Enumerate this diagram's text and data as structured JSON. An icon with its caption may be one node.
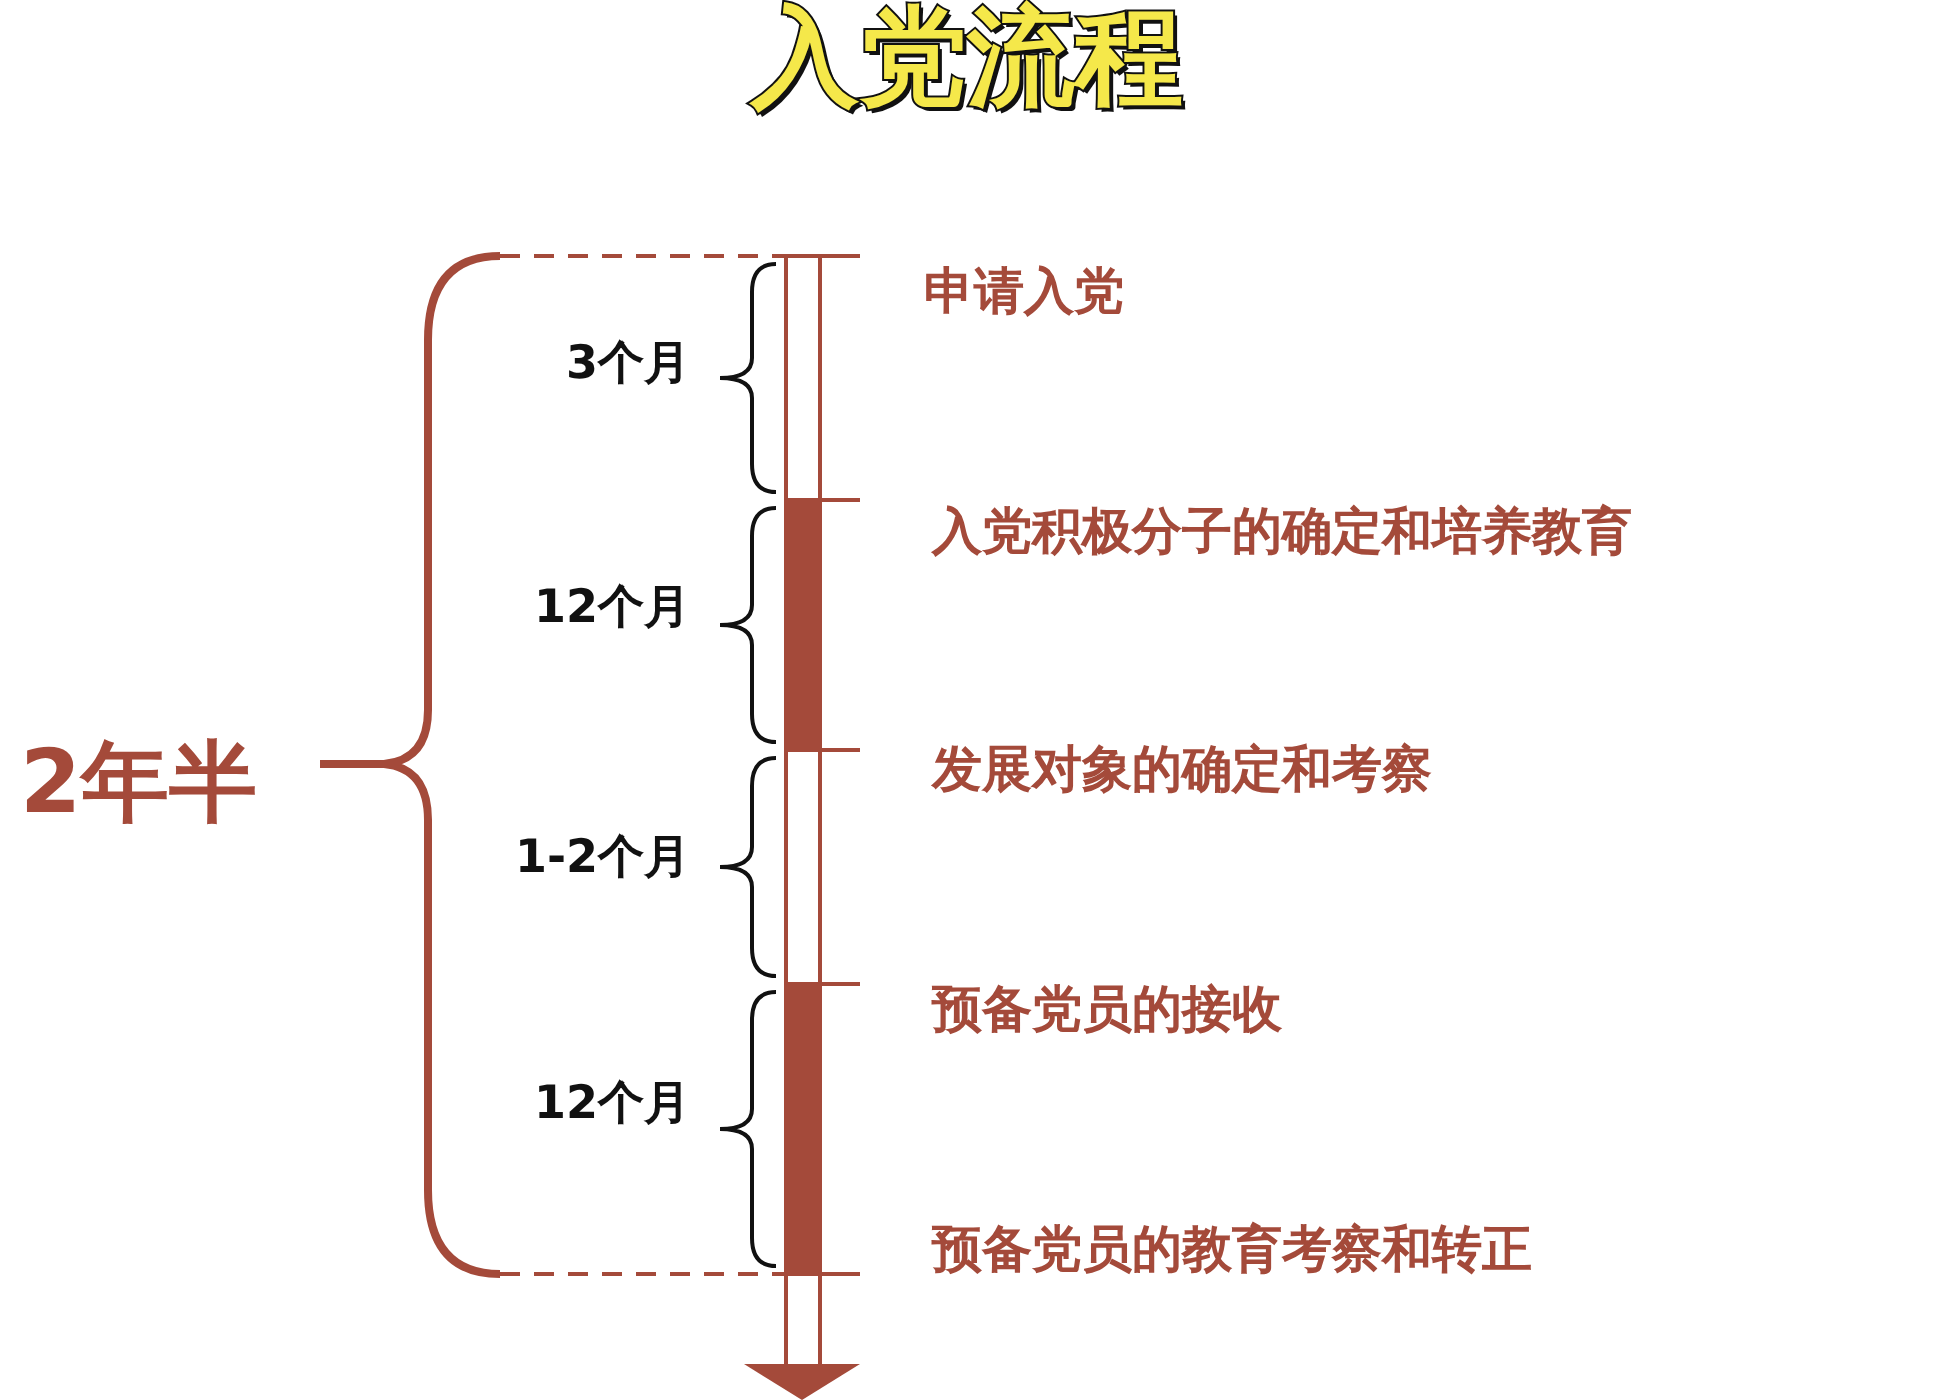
{
  "diagram": {
    "title": "入党流程",
    "labels": [
      "申请入党",
      "3个月",
      "入党积极分子的确定和培养教育",
      "12个月",
      "发展对象的确定和考察",
      "2年半",
      "1-2个月",
      "预备党员的接收",
      "12个月",
      "预备党员的教育考察和转正"
    ]
  }
}
